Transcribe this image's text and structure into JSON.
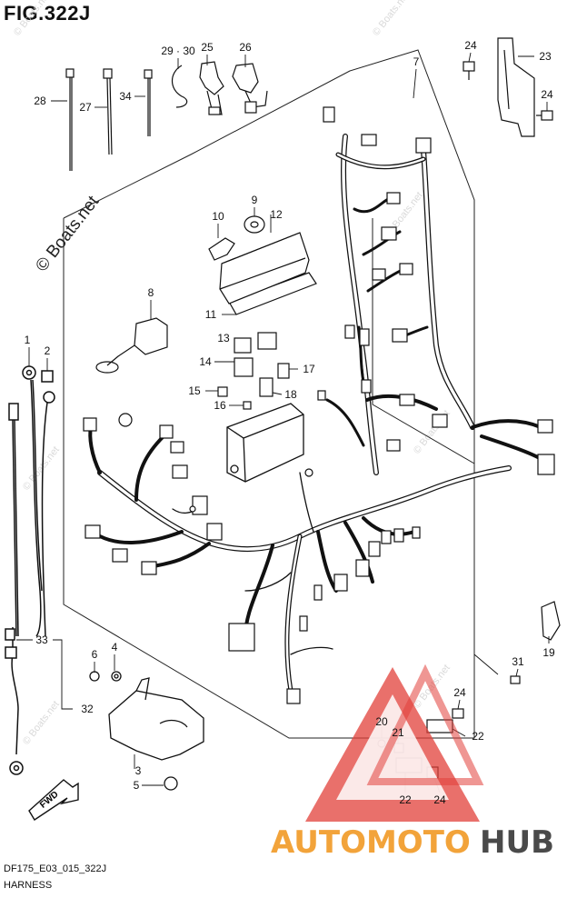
{
  "figure": {
    "title": "FIG.322J",
    "code": "DF175_E03_015_322J",
    "name": "HARNESS"
  },
  "watermark": {
    "text": "© Boats.net",
    "logo_auto": "AUTOMOTO",
    "logo_hub": "HUB"
  },
  "fwd_label": "FWD",
  "callouts": {
    "c1": "1",
    "c2": "2",
    "c3": "3",
    "c4": "4",
    "c5": "5",
    "c6": "6",
    "c7": "7",
    "c8": "8",
    "c9": "9",
    "c10": "10",
    "c11": "11",
    "c12": "12",
    "c13": "13",
    "c14": "14",
    "c15": "15",
    "c16": "16",
    "c17": "17",
    "c18": "18",
    "c19": "19",
    "c20": "20",
    "c21": "21",
    "c22a": "22",
    "c22b": "22",
    "c23": "23",
    "c24a": "24",
    "c24b": "24",
    "c24c": "24",
    "c24d": "24",
    "c25": "25",
    "c26": "26",
    "c27": "27",
    "c28": "28",
    "c2930": "29 · 30",
    "c31": "31",
    "c32": "32",
    "c33": "33",
    "c34": "34"
  },
  "colors": {
    "line": "#111111",
    "logo_red": "#e2403a",
    "logo_orange": "#f2a33a",
    "logo_grey": "#4a4a4a"
  }
}
